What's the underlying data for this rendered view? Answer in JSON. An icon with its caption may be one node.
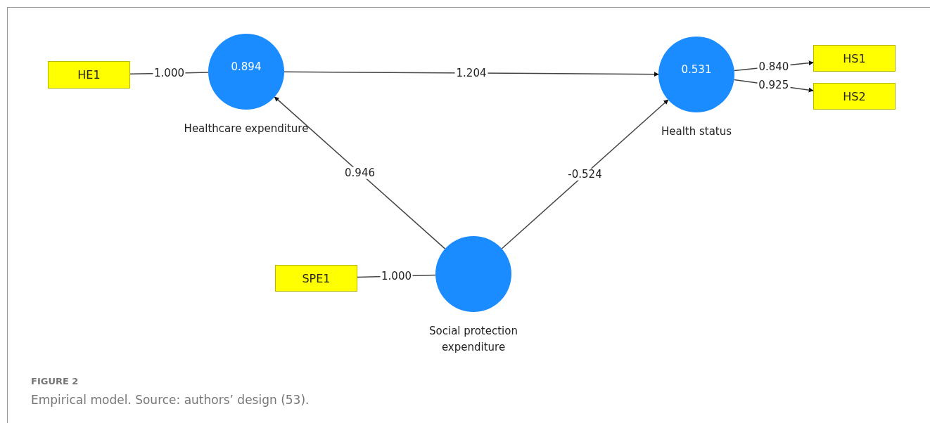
{
  "diagram": {
    "title": "FIGURE 2",
    "caption": "Empirical model. Source: authors’ design (53).",
    "nodes": [
      {
        "text": [
          "HE1"
        ]
      },
      {
        "text": [
          "0.894"
        ],
        "beside": [
          "Healthcare expenditure"
        ]
      },
      {
        "text": [
          "0.531"
        ],
        "beside": [
          "Health status"
        ]
      },
      {
        "text": [
          "HS1"
        ]
      },
      {
        "text": [
          "HS2"
        ]
      },
      {
        "text": [
          "SPE1"
        ]
      },
      {
        "text": [],
        "shape": "circle",
        "beside": [
          "Social protection expenditure"
        ]
      }
    ],
    "edges": [
      {
        "from": 0,
        "to": 1,
        "arrow": "none",
        "label": "1.000"
      },
      {
        "from": 1,
        "to": 2,
        "arrow": "to",
        "label": "1.204"
      },
      {
        "from": 2,
        "to": 3,
        "arrow": "to",
        "label": "0.840"
      },
      {
        "from": 2,
        "to": 4,
        "arrow": "to",
        "label": "0.925"
      },
      {
        "from": 6,
        "to": 1,
        "arrow": "to",
        "label": "0.946"
      },
      {
        "from": 6,
        "to": 2,
        "arrow": "to",
        "label": "-0.524"
      },
      {
        "from": 5,
        "to": 6,
        "arrow": "none",
        "label": "1.000"
      }
    ]
  }
}
